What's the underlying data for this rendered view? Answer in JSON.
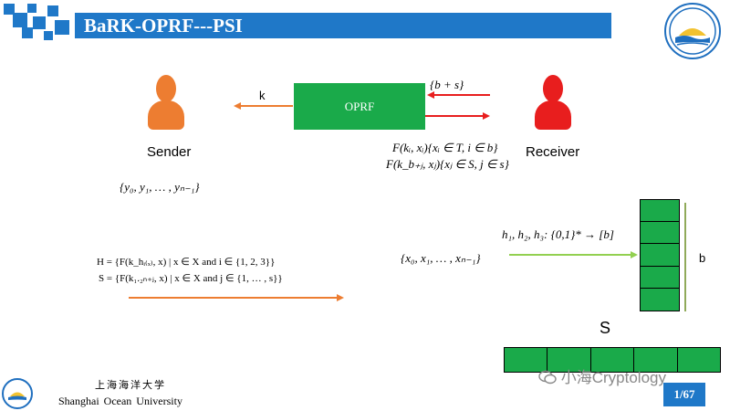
{
  "slide": {
    "title": "BaRK-OPRF---PSI",
    "page": "1/67"
  },
  "parties": {
    "sender": "Sender",
    "receiver": "Receiver"
  },
  "oprf": {
    "label": "OPRF",
    "k_label": "k",
    "input_label": "{b + s}",
    "output_line1": "F(kᵢ, xᵢ){xᵢ ∈ T, i ∈ b}",
    "output_line2": "F(k_b₊ⱼ, xⱼ){xⱼ ∈ S, j ∈ s}"
  },
  "sender_set": "{y₀, y₁, … , yₙ₋₁}",
  "receiver_set": "{x₀, x₁, … , xₙ₋₁}",
  "hash_label": "h₁, h₂, h₃: {0,1}* → [b]",
  "formulas": {
    "H": "H = {F(k_hᵢ₍ₓ₎, x) | x ∈ X and i ∈ {1, 2, 3}}",
    "S": "S = {F(k₁.₂ₙ₊ⱼ, x) | x ∈ X and j ∈ {1, … , s}}"
  },
  "table_b_label": "b",
  "stash_label": "S",
  "university": {
    "name_cn": "上海海洋大学",
    "name_en": "Shanghai Ocean University"
  },
  "watermark": "小海Cryptology",
  "colors": {
    "title_blue": "#1f78c8",
    "green": "#1aaa4a",
    "orange": "#ed7d31",
    "red": "#e81e1e",
    "light_green": "#92d050"
  },
  "icons": [
    "sender-person-icon",
    "receiver-person-icon",
    "university-logo-icon",
    "wechat-icon"
  ]
}
